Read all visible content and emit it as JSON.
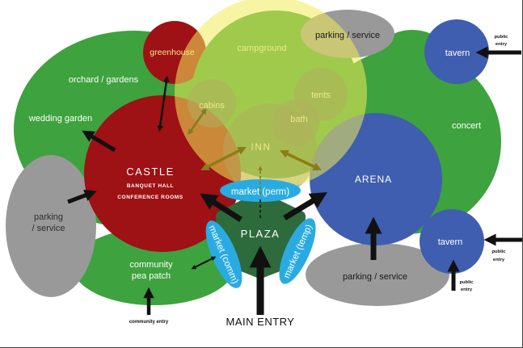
{
  "palette": {
    "green": "#3EA23E",
    "yellow_overlay": "rgba(240,235,88,0.55)",
    "sub_circle_overlay": "rgba(100,100,100,0.55)",
    "inn_mound_overlay": "rgba(100,100,100,0.45)",
    "castle_red": "#9E1114",
    "arena_blue": "#3F5EAF",
    "plaza_green": "#2E6B3C",
    "market_cyan": "#29ABE2",
    "parking_gray": "#999999",
    "arrow_black": "#111111",
    "arrow_olive": "#8A7D14",
    "arrow_green_olive": "#7A7F2A",
    "label_white": "#ffffff",
    "label_pale_yellow": "#ece98a"
  },
  "regions": {
    "orchard": {
      "label": "orchard / gardens"
    },
    "wedding_garden": {
      "label": "wedding garden"
    },
    "greenhouse": {
      "label": "greenhouse"
    },
    "campground": {
      "label": "campground"
    },
    "cabins": {
      "label": "cabins"
    },
    "tents": {
      "label": "tents"
    },
    "bath": {
      "label": "bath"
    },
    "inn": {
      "label": "INN"
    },
    "castle": {
      "label": "CASTLE",
      "sub1": "BANQUET HALL",
      "sub2": "CONFERENCE ROOMS"
    },
    "arena": {
      "label": "ARENA"
    },
    "concert": {
      "label": "concert"
    },
    "plaza": {
      "label": "PLAZA"
    },
    "market_perm": {
      "label": "market (perm)"
    },
    "market_comm": {
      "label": "market (comm)"
    },
    "market_temp": {
      "label": "market (temp)"
    },
    "pea_patch": {
      "line1": "community",
      "line2": "pea patch"
    },
    "parking_top": {
      "label": "parking / service"
    },
    "parking_left": {
      "line1": "parking",
      "line2": "/ service"
    },
    "parking_bottom": {
      "label": "parking / service"
    },
    "tavern_top": {
      "label": "tavern"
    },
    "tavern_bottom": {
      "label": "tavern"
    }
  },
  "entries": {
    "main": {
      "label": "MAIN ENTRY"
    },
    "community": {
      "label": "community entry"
    },
    "public_line1": "public",
    "public_line2": "entry"
  }
}
